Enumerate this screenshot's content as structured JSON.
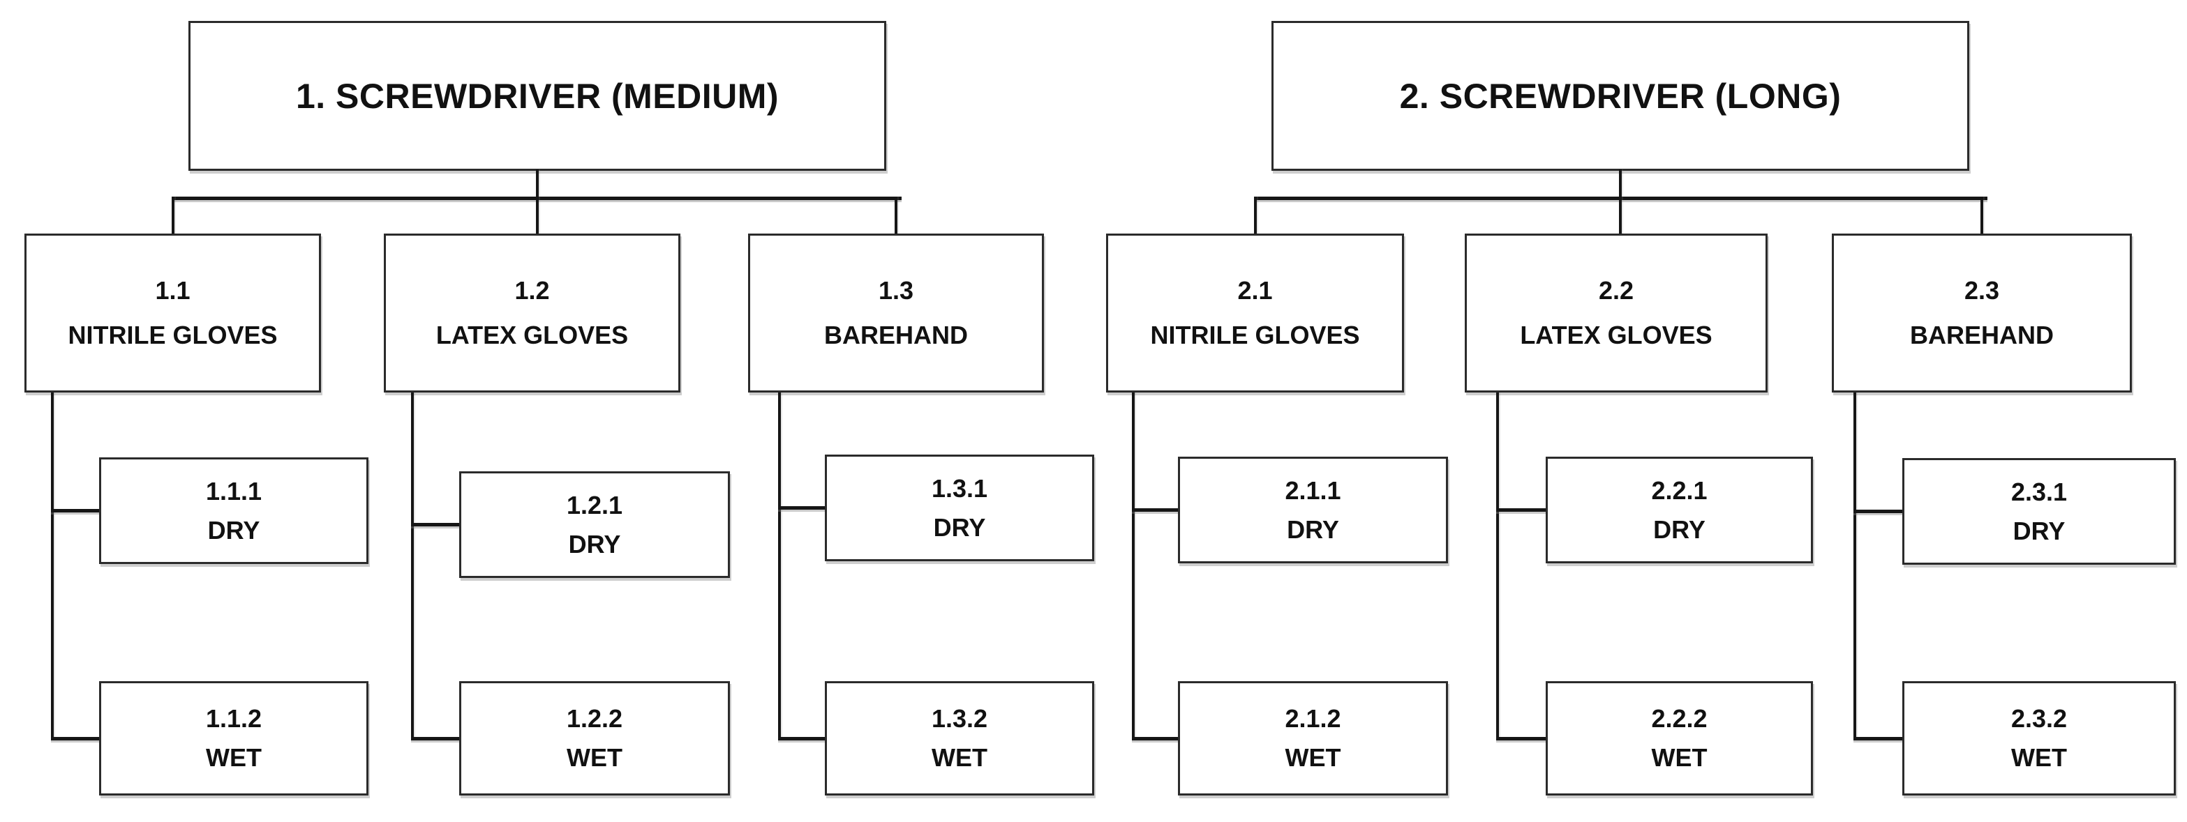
{
  "diagram": {
    "colors": {
      "background": "#ffffff",
      "box_border": "#2b2b2b",
      "connector_line": "#161616",
      "text": "#111111"
    },
    "groups": [
      {
        "root": {
          "label": "1. SCREWDRIVER (MEDIUM)"
        },
        "children": [
          {
            "number": "1.1",
            "label": "NITRILE GLOVES",
            "children": [
              {
                "number": "1.1.1",
                "label": "DRY"
              },
              {
                "number": "1.1.2",
                "label": "WET"
              }
            ]
          },
          {
            "number": "1.2",
            "label": "LATEX GLOVES",
            "children": [
              {
                "number": "1.2.1",
                "label": "DRY"
              },
              {
                "number": "1.2.2",
                "label": "WET"
              }
            ]
          },
          {
            "number": "1.3",
            "label": "BAREHAND",
            "children": [
              {
                "number": "1.3.1",
                "label": "DRY"
              },
              {
                "number": "1.3.2",
                "label": "WET"
              }
            ]
          }
        ]
      },
      {
        "root": {
          "label": "2. SCREWDRIVER (LONG)"
        },
        "children": [
          {
            "number": "2.1",
            "label": "NITRILE GLOVES",
            "children": [
              {
                "number": "2.1.1",
                "label": "DRY"
              },
              {
                "number": "2.1.2",
                "label": "WET"
              }
            ]
          },
          {
            "number": "2.2",
            "label": "LATEX GLOVES",
            "children": [
              {
                "number": "2.2.1",
                "label": "DRY"
              },
              {
                "number": "2.2.2",
                "label": "WET"
              }
            ]
          },
          {
            "number": "2.3",
            "label": "BAREHAND",
            "children": [
              {
                "number": "2.3.1",
                "label": "DRY"
              },
              {
                "number": "2.3.2",
                "label": "WET"
              }
            ]
          }
        ]
      }
    ]
  }
}
